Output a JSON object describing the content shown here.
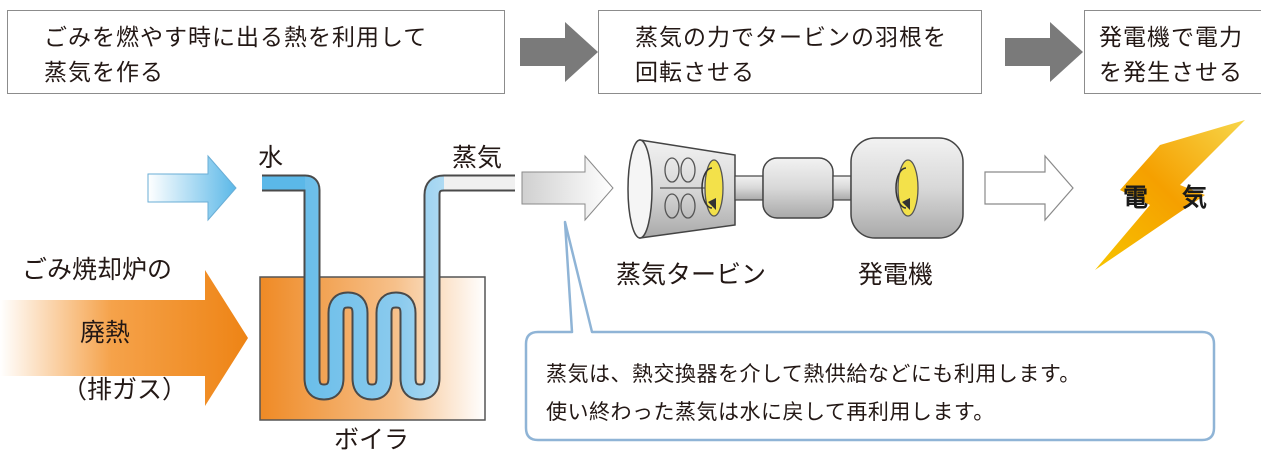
{
  "steps": [
    {
      "line1": "ごみを燃やす時に出る熱を利用して",
      "line2": "蒸気を作る"
    },
    {
      "line1": "蒸気の力でタービンの羽根を",
      "line2": "回転させる"
    },
    {
      "line1": "発電機で電力",
      "line2": "を発生させる"
    }
  ],
  "labels": {
    "water": "水",
    "steam": "蒸気",
    "incinerator": "ごみ焼却炉の",
    "waste_heat": "廃熱",
    "exhaust_gas": "（排ガス）",
    "boiler": "ボイラ",
    "steam_turbine": "蒸気タービン",
    "generator": "発電機",
    "electricity_1": "電",
    "electricity_2": "気"
  },
  "callout": {
    "line1": "蒸気は、熱交換器を介して熱供給などにも利用します。",
    "line2": "使い終わった蒸気は水に戻して再利用します。"
  },
  "colors": {
    "water": "#5bb8e8",
    "heat": "#f08a1e",
    "steam": "#c8c8c8",
    "lightning": "#f7b500",
    "callout_border": "#8fb4d6",
    "step_arrow": "#7a7a7a"
  }
}
